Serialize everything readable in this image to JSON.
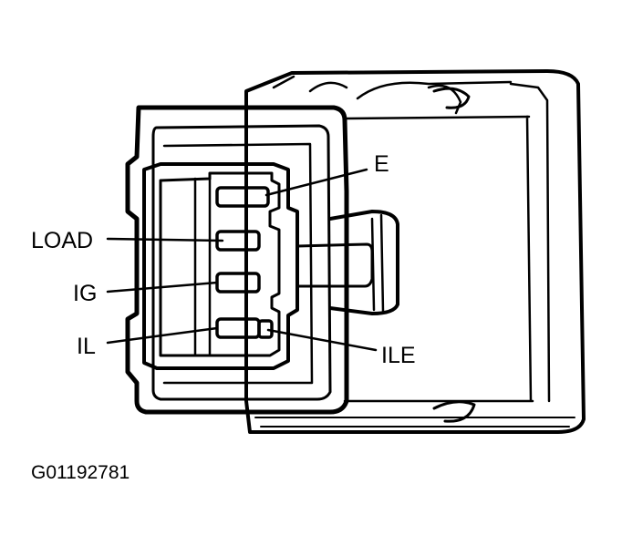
{
  "labels": {
    "e": "E",
    "load": "LOAD",
    "ig": "IG",
    "il": "IL",
    "ile": "ILE"
  },
  "figure_id": "G01192781",
  "colors": {
    "ink": "#000000",
    "background": "#ffffff"
  }
}
